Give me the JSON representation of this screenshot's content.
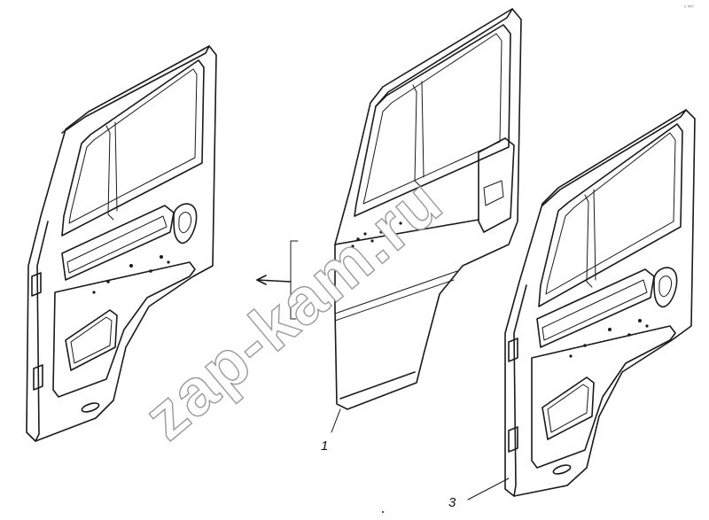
{
  "callouts": {
    "part1": "1",
    "part3": "3"
  },
  "watermark": "zap-kam.ru",
  "corner_mark": "ⁿ ᵐᵐ"
}
